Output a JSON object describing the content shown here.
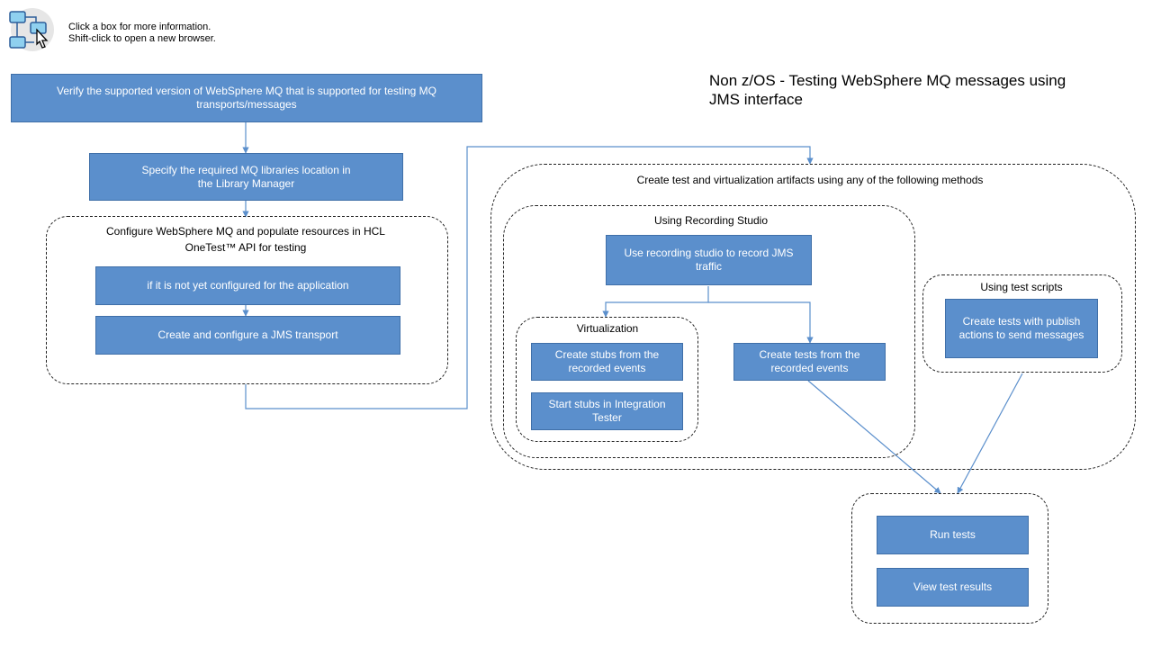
{
  "header": {
    "icon": "flowchart-click-icon",
    "hint_line1": "Click a box for more information.",
    "hint_line2": "Shift-click to open a new browser."
  },
  "title": {
    "line1": "Non z/OS - Testing WebSphere MQ messages using",
    "line2": "JMS interface"
  },
  "steps": {
    "verify": "Verify the supported version of WebSphere MQ that is supported for testing MQ transports/messages",
    "libraries": "Specify the required MQ libraries location in the Library Manager",
    "configure_group": "Configure WebSphere MQ and populate resources in HCL OneTest™ API for testing",
    "not_configured": "if it is not yet configured for the application",
    "jms_transport": "Create and configure a JMS transport"
  },
  "artifacts": {
    "group_label": "Create test and virtualization artifacts using any of the following methods",
    "recording_studio": {
      "label": "Using Recording Studio",
      "record": "Use recording studio to record JMS traffic",
      "virtualization_label": "Virtualization",
      "create_stubs": "Create stubs from the recorded events",
      "start_stubs": "Start stubs in Integration Tester",
      "create_tests": "Create tests from the recorded events"
    },
    "test_scripts": {
      "label": "Using test scripts",
      "publish": "Create tests with publish actions to send messages"
    }
  },
  "run": {
    "run_tests": "Run tests",
    "view_results": "View test results"
  },
  "colors": {
    "box_fill": "#5b8fcc",
    "box_border": "#3f6fa8",
    "connector": "#5b8fcc"
  }
}
